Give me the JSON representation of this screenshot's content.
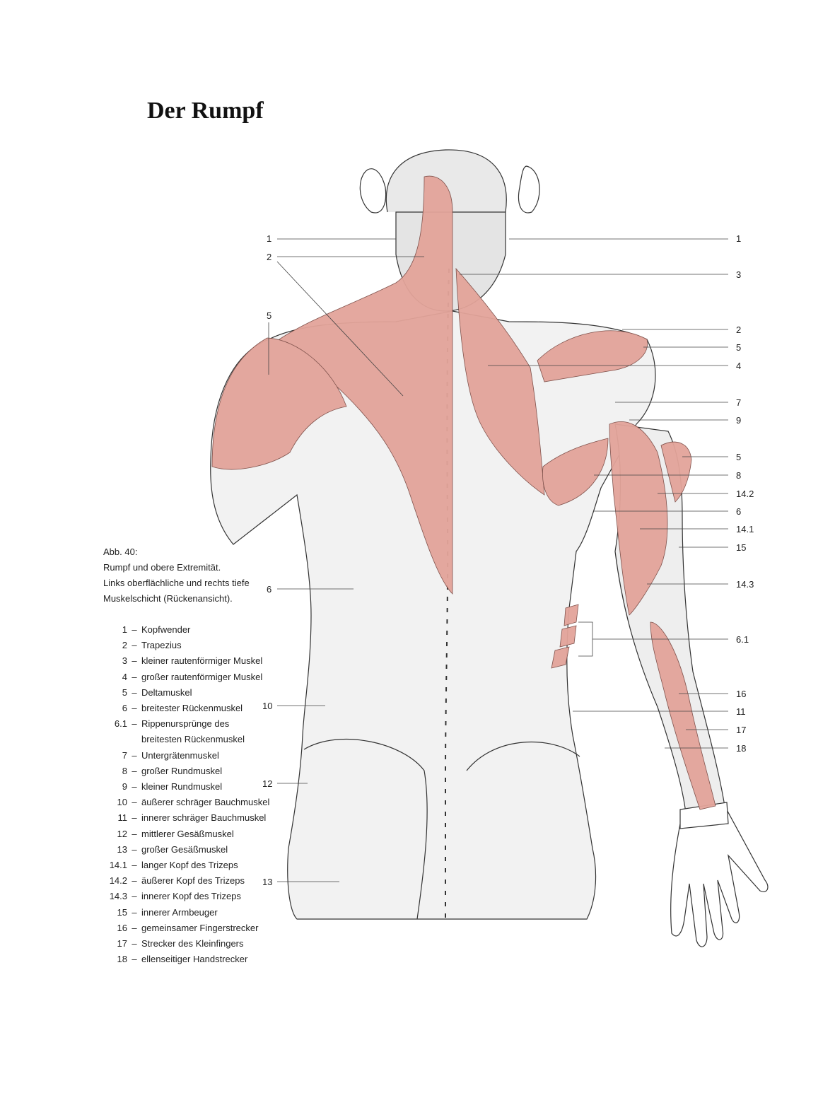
{
  "title": "Der Rumpf",
  "caption": {
    "line1": "Abb. 40:",
    "line2": "Rumpf und obere Extremität.",
    "line3": "Links oberflächliche und rechts tiefe",
    "line4": "Muskelschicht (Rückenansicht)."
  },
  "legend": [
    {
      "num": "1",
      "text": "Kopfwender"
    },
    {
      "num": "2",
      "text": "Trapezius"
    },
    {
      "num": "3",
      "text": "kleiner rautenförmiger Muskel"
    },
    {
      "num": "4",
      "text": "großer rautenförmiger Muskel"
    },
    {
      "num": "5",
      "text": "Deltamuskel"
    },
    {
      "num": "6",
      "text": "breitester Rückenmuskel"
    },
    {
      "num": "6.1",
      "text": "Rippenursprünge des",
      "cont": "breitesten Rückenmuskel"
    },
    {
      "num": "7",
      "text": "Untergrätenmuskel"
    },
    {
      "num": "8",
      "text": "großer Rundmuskel"
    },
    {
      "num": "9",
      "text": "kleiner Rundmuskel"
    },
    {
      "num": "10",
      "text": "äußerer schräger Bauchmuskel"
    },
    {
      "num": "11",
      "text": "innerer schräger Bauchmuskel"
    },
    {
      "num": "12",
      "text": "mittlerer Gesäßmuskel"
    },
    {
      "num": "13",
      "text": "großer Gesäßmuskel"
    },
    {
      "num": "14.1",
      "text": "langer Kopf des Trizeps"
    },
    {
      "num": "14.2",
      "text": "äußerer Kopf des Trizeps"
    },
    {
      "num": "14.3",
      "text": "innerer Kopf des Trizeps"
    },
    {
      "num": "15",
      "text": "innerer Armbeuger"
    },
    {
      "num": "16",
      "text": "gemeinsamer Fingerstrecker"
    },
    {
      "num": "17",
      "text": "Strecker des Kleinfingers"
    },
    {
      "num": "18",
      "text": "ellenseitiger Handstrecker"
    }
  ],
  "dash": "–",
  "labels_left": [
    "1",
    "2",
    "5",
    "6",
    "10",
    "12",
    "13"
  ],
  "labels_right": [
    "1",
    "3",
    "2",
    "5",
    "4",
    "7",
    "9",
    "5",
    "8",
    "14.2",
    "6",
    "14.1",
    "15",
    "14.3",
    "6.1",
    "16",
    "11",
    "17",
    "18"
  ],
  "colors": {
    "muscle": "#e3a49a",
    "muscle_dark": "#d88578",
    "shade": "#d8d8d8",
    "line": "#333333"
  }
}
